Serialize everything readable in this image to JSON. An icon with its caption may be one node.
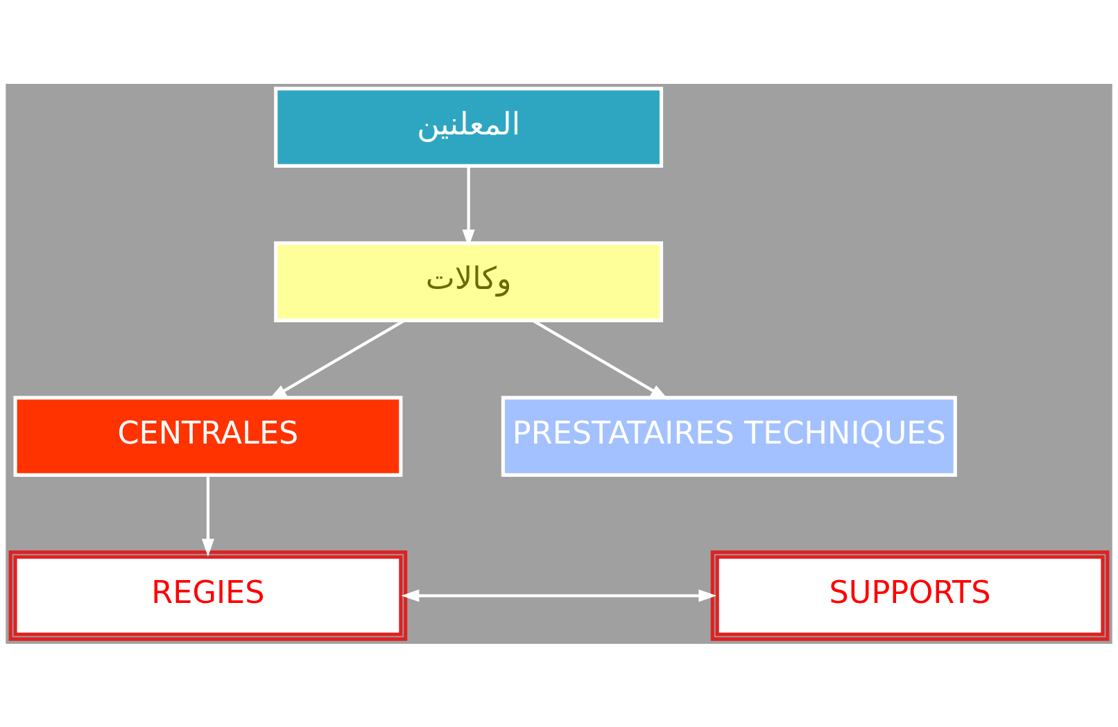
{
  "diagram": {
    "nodes": [
      {
        "text": [
          "المعلنين"
        ]
      },
      {
        "text": [
          "وكالات"
        ]
      },
      {
        "text": [
          "CENTRALES"
        ]
      },
      {
        "text": [
          "PRESTATAIRES TECHNIQUES"
        ]
      },
      {
        "text": [
          "REGIES"
        ]
      },
      {
        "text": [
          "SUPPORTS"
        ]
      }
    ],
    "edges": [
      {
        "from": 0,
        "to": 1,
        "arrow": "to"
      },
      {
        "from": 1,
        "to": 2,
        "arrow": "to"
      },
      {
        "from": 1,
        "to": 3,
        "arrow": "to"
      },
      {
        "from": 2,
        "to": 4,
        "arrow": "to"
      },
      {
        "from": 4,
        "to": 5,
        "arrow": "both"
      }
    ]
  }
}
